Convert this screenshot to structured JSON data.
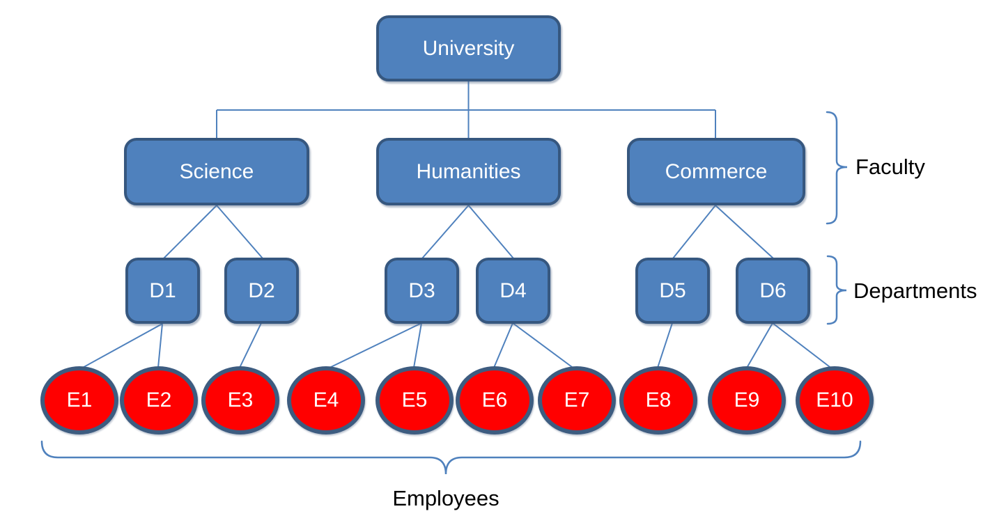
{
  "diagram": {
    "root": {
      "label": "University"
    },
    "faculties": [
      {
        "label": "Science"
      },
      {
        "label": "Humanities"
      },
      {
        "label": "Commerce"
      }
    ],
    "departments": [
      {
        "label": "D1"
      },
      {
        "label": "D2"
      },
      {
        "label": "D3"
      },
      {
        "label": "D4"
      },
      {
        "label": "D5"
      },
      {
        "label": "D6"
      }
    ],
    "employees": [
      {
        "label": "E1"
      },
      {
        "label": "E2"
      },
      {
        "label": "E3"
      },
      {
        "label": "E4"
      },
      {
        "label": "E5"
      },
      {
        "label": "E6"
      },
      {
        "label": "E7"
      },
      {
        "label": "E8"
      },
      {
        "label": "E9"
      },
      {
        "label": "E10"
      }
    ],
    "edges": [
      [
        "University",
        "Science"
      ],
      [
        "University",
        "Humanities"
      ],
      [
        "University",
        "Commerce"
      ],
      [
        "Science",
        "D1"
      ],
      [
        "Science",
        "D2"
      ],
      [
        "Humanities",
        "D3"
      ],
      [
        "Humanities",
        "D4"
      ],
      [
        "Commerce",
        "D5"
      ],
      [
        "Commerce",
        "D6"
      ],
      [
        "D1",
        "E1"
      ],
      [
        "D1",
        "E2"
      ],
      [
        "D2",
        "E3"
      ],
      [
        "D3",
        "E4"
      ],
      [
        "D3",
        "E5"
      ],
      [
        "D4",
        "E6"
      ],
      [
        "D4",
        "E7"
      ],
      [
        "D5",
        "E8"
      ],
      [
        "D6",
        "E9"
      ],
      [
        "D6",
        "E10"
      ]
    ],
    "annotations": {
      "faculties": "Faculty",
      "departments": "Departments",
      "employees": "Employees"
    },
    "colors": {
      "node_fill": "#4f81bd",
      "node_border": "#36577f",
      "employee_fill": "#ff0000",
      "employee_border": "#3d5c80",
      "connector": "#4f81bd",
      "annotation_text": "#000000",
      "node_text": "#ffffff",
      "background": "#ffffff"
    }
  }
}
